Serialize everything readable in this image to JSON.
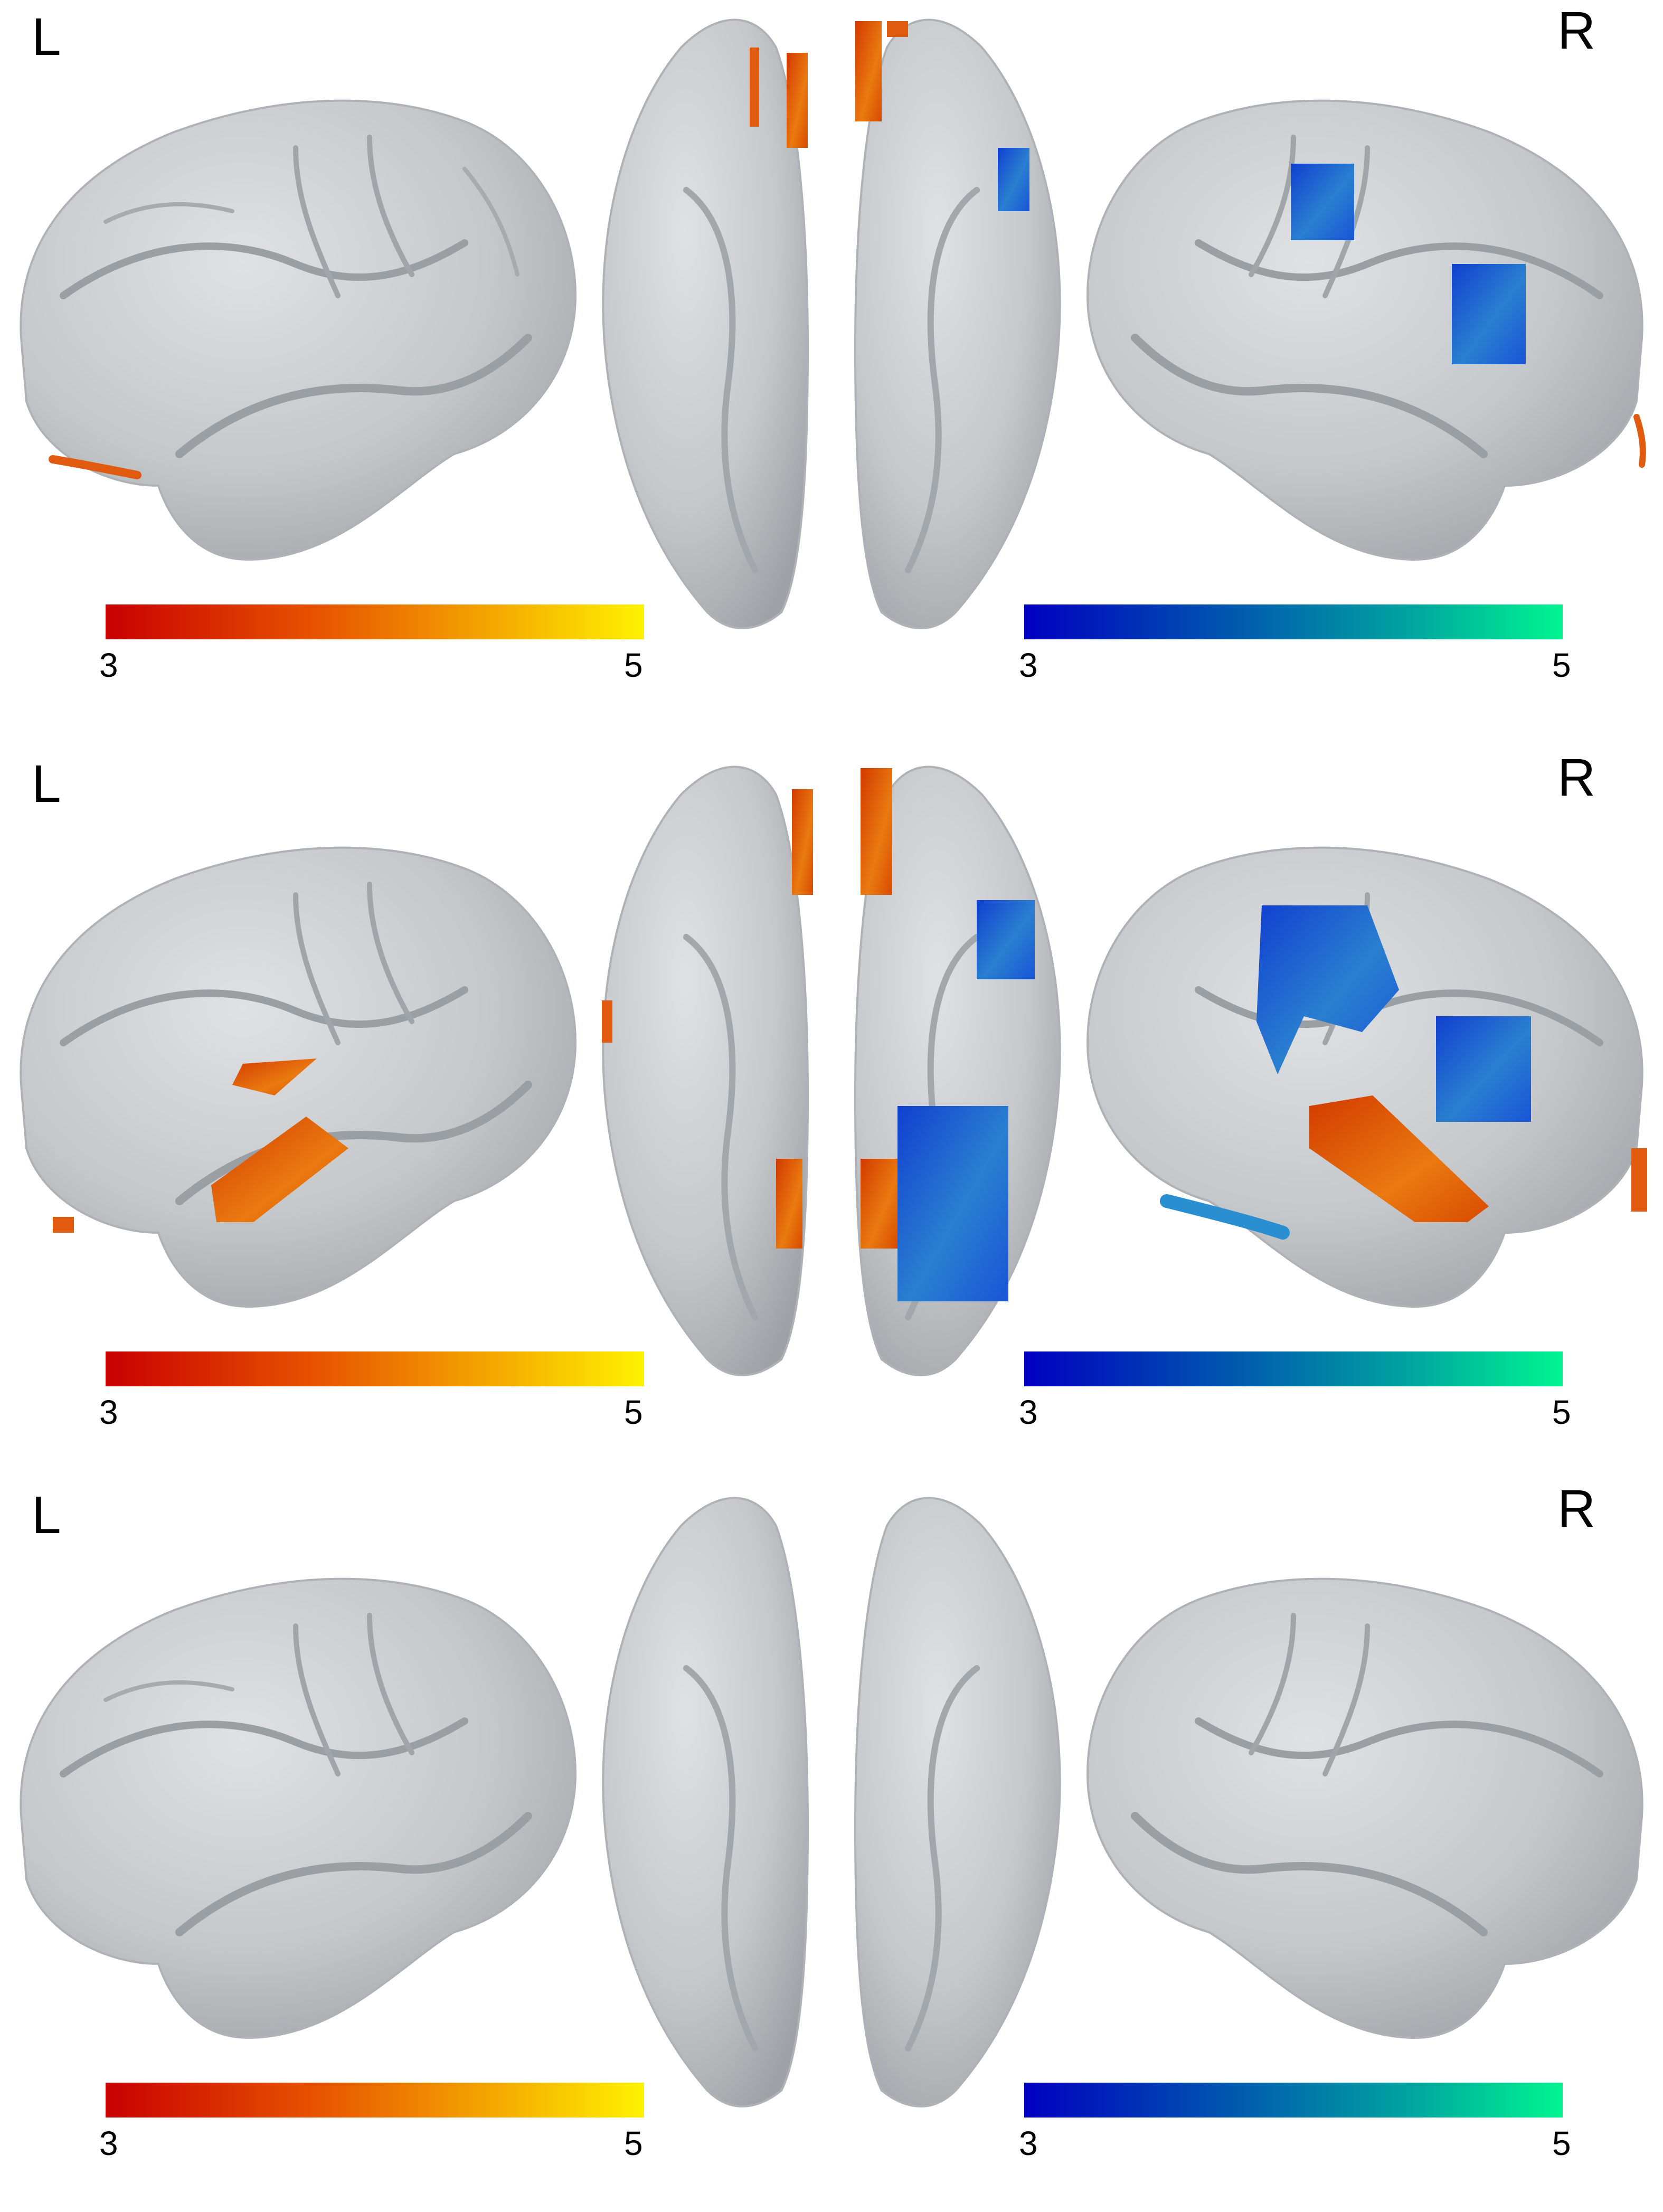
{
  "rows": [
    {
      "left_label": "L",
      "right_label": "R",
      "warm_scale": {
        "min": "3",
        "max": "5",
        "colors": [
          "#c80000",
          "#e85500",
          "#f5b000",
          "#fff200"
        ]
      },
      "cool_scale": {
        "min": "3",
        "max": "5",
        "colors": [
          "#0000c0",
          "#0050b0",
          "#00a0a0",
          "#00f590"
        ]
      }
    },
    {
      "left_label": "L",
      "right_label": "R",
      "warm_scale": {
        "min": "3",
        "max": "5",
        "colors": [
          "#c80000",
          "#e85500",
          "#f5b000",
          "#fff200"
        ]
      },
      "cool_scale": {
        "min": "3",
        "max": "5",
        "colors": [
          "#0000c0",
          "#0050b0",
          "#00a0a0",
          "#00f590"
        ]
      }
    },
    {
      "left_label": "L",
      "right_label": "R",
      "warm_scale": {
        "min": "3",
        "max": "5",
        "colors": [
          "#c80000",
          "#e85500",
          "#f5b000",
          "#fff200"
        ]
      },
      "cool_scale": {
        "min": "3",
        "max": "5",
        "colors": [
          "#0000c0",
          "#0050b0",
          "#00a0a0",
          "#00f590"
        ]
      }
    }
  ],
  "colors": {
    "cortex": "#c5c8cb",
    "cortex_shade": "#a9adb1",
    "sulcus": "#8f9499",
    "warm_activation": "#e05a10",
    "cool_activation": "#1f5fd6"
  }
}
